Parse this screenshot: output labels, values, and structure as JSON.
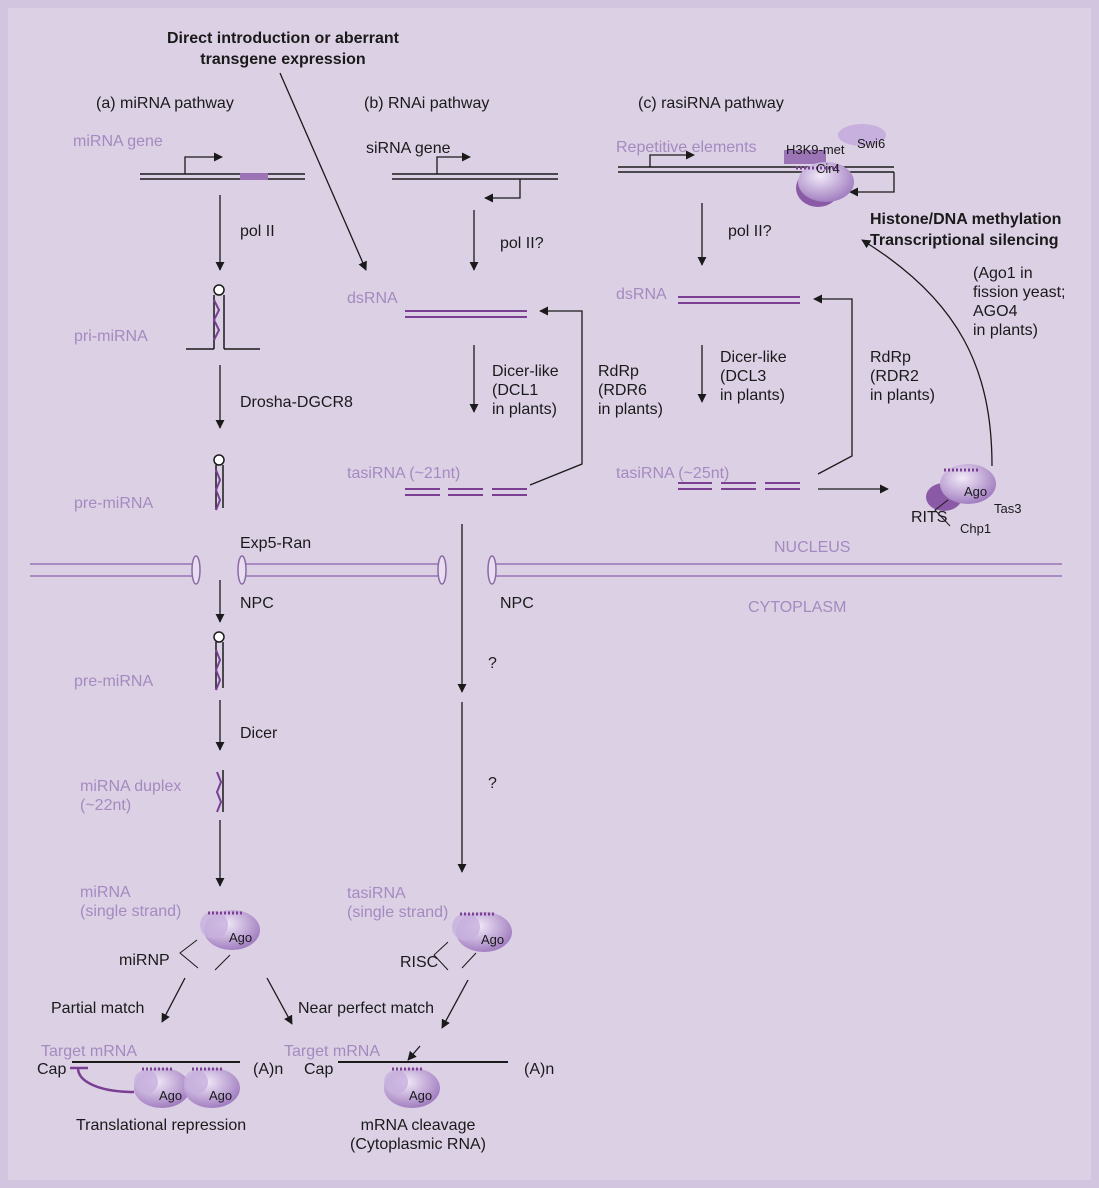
{
  "top_label": "Direct introduction or aberrant\ntransgene expression",
  "columns": {
    "a_title": "(a) miRNA pathway",
    "b_title": "(b) RNAi pathway",
    "c_title": "(c) rasiRNA pathway"
  },
  "mirna": {
    "gene": "miRNA gene",
    "pol": "pol II",
    "pri": "pri-miRNA",
    "drosha": "Drosha-DGCR8",
    "pre1": "pre-miRNA",
    "exp5": "Exp5-Ran",
    "npc": "NPC",
    "pre2": "pre-miRNA",
    "dicer": "Dicer",
    "duplex": "miRNA duplex\n(~22nt)",
    "single": "miRNA\n(single strand)",
    "complex": "miRNP",
    "partial": "Partial match",
    "target": "Target mRNA",
    "cap": "Cap",
    "polya": "(A)n",
    "outcome": "Translational repression"
  },
  "rnai": {
    "gene": "siRNA gene",
    "pol": "pol II?",
    "dsrna": "dsRNA",
    "dicer": "Dicer-like\n(DCL1\nin plants)",
    "rdrp": "RdRp\n(RDR6\nin plants)",
    "tasirna": "tasiRNA (~21nt)",
    "npc": "NPC",
    "q1": "?",
    "q2": "?",
    "single": "tasiRNA\n(single strand)",
    "complex": "RISC",
    "near": "Near perfect match",
    "target": "Target mRNA",
    "cap": "Cap",
    "polya": "(A)n",
    "outcome": "mRNA cleavage\n(Cytoplasmic RNA)"
  },
  "rasirna": {
    "repetitive": "Repetitive elements",
    "h3k9": "H3K9-met",
    "swi6": "Swi6",
    "cir4": "Cir4",
    "methylation": "Histone/DNA methylation\nTranscriptional silencing",
    "ago1": "(Ago1 in\nfission yeast;\nAGO4\nin plants)",
    "pol": "pol II?",
    "dsrna": "dsRNA",
    "dicer": "Dicer-like\n(DCL3\nin plants)",
    "rdrp": "RdRp\n(RDR2\nin plants)",
    "tasirna": "tasiRNA (~25nt)",
    "rits": "RITS",
    "tas3": "Tas3",
    "chp1": "Chp1"
  },
  "compartments": {
    "nucleus": "NUCLEUS",
    "cytoplasm": "CYTOPLASM"
  },
  "ago_label": "Ago",
  "colors": {
    "background": "#dcd0e5",
    "border": "#d2c5e0",
    "purple_text": "#a48abf",
    "rna": "#7a3e93",
    "protein_light": "#c9b2dd",
    "protein_dark": "#8a5aa6",
    "membrane": "#b89ccd"
  }
}
